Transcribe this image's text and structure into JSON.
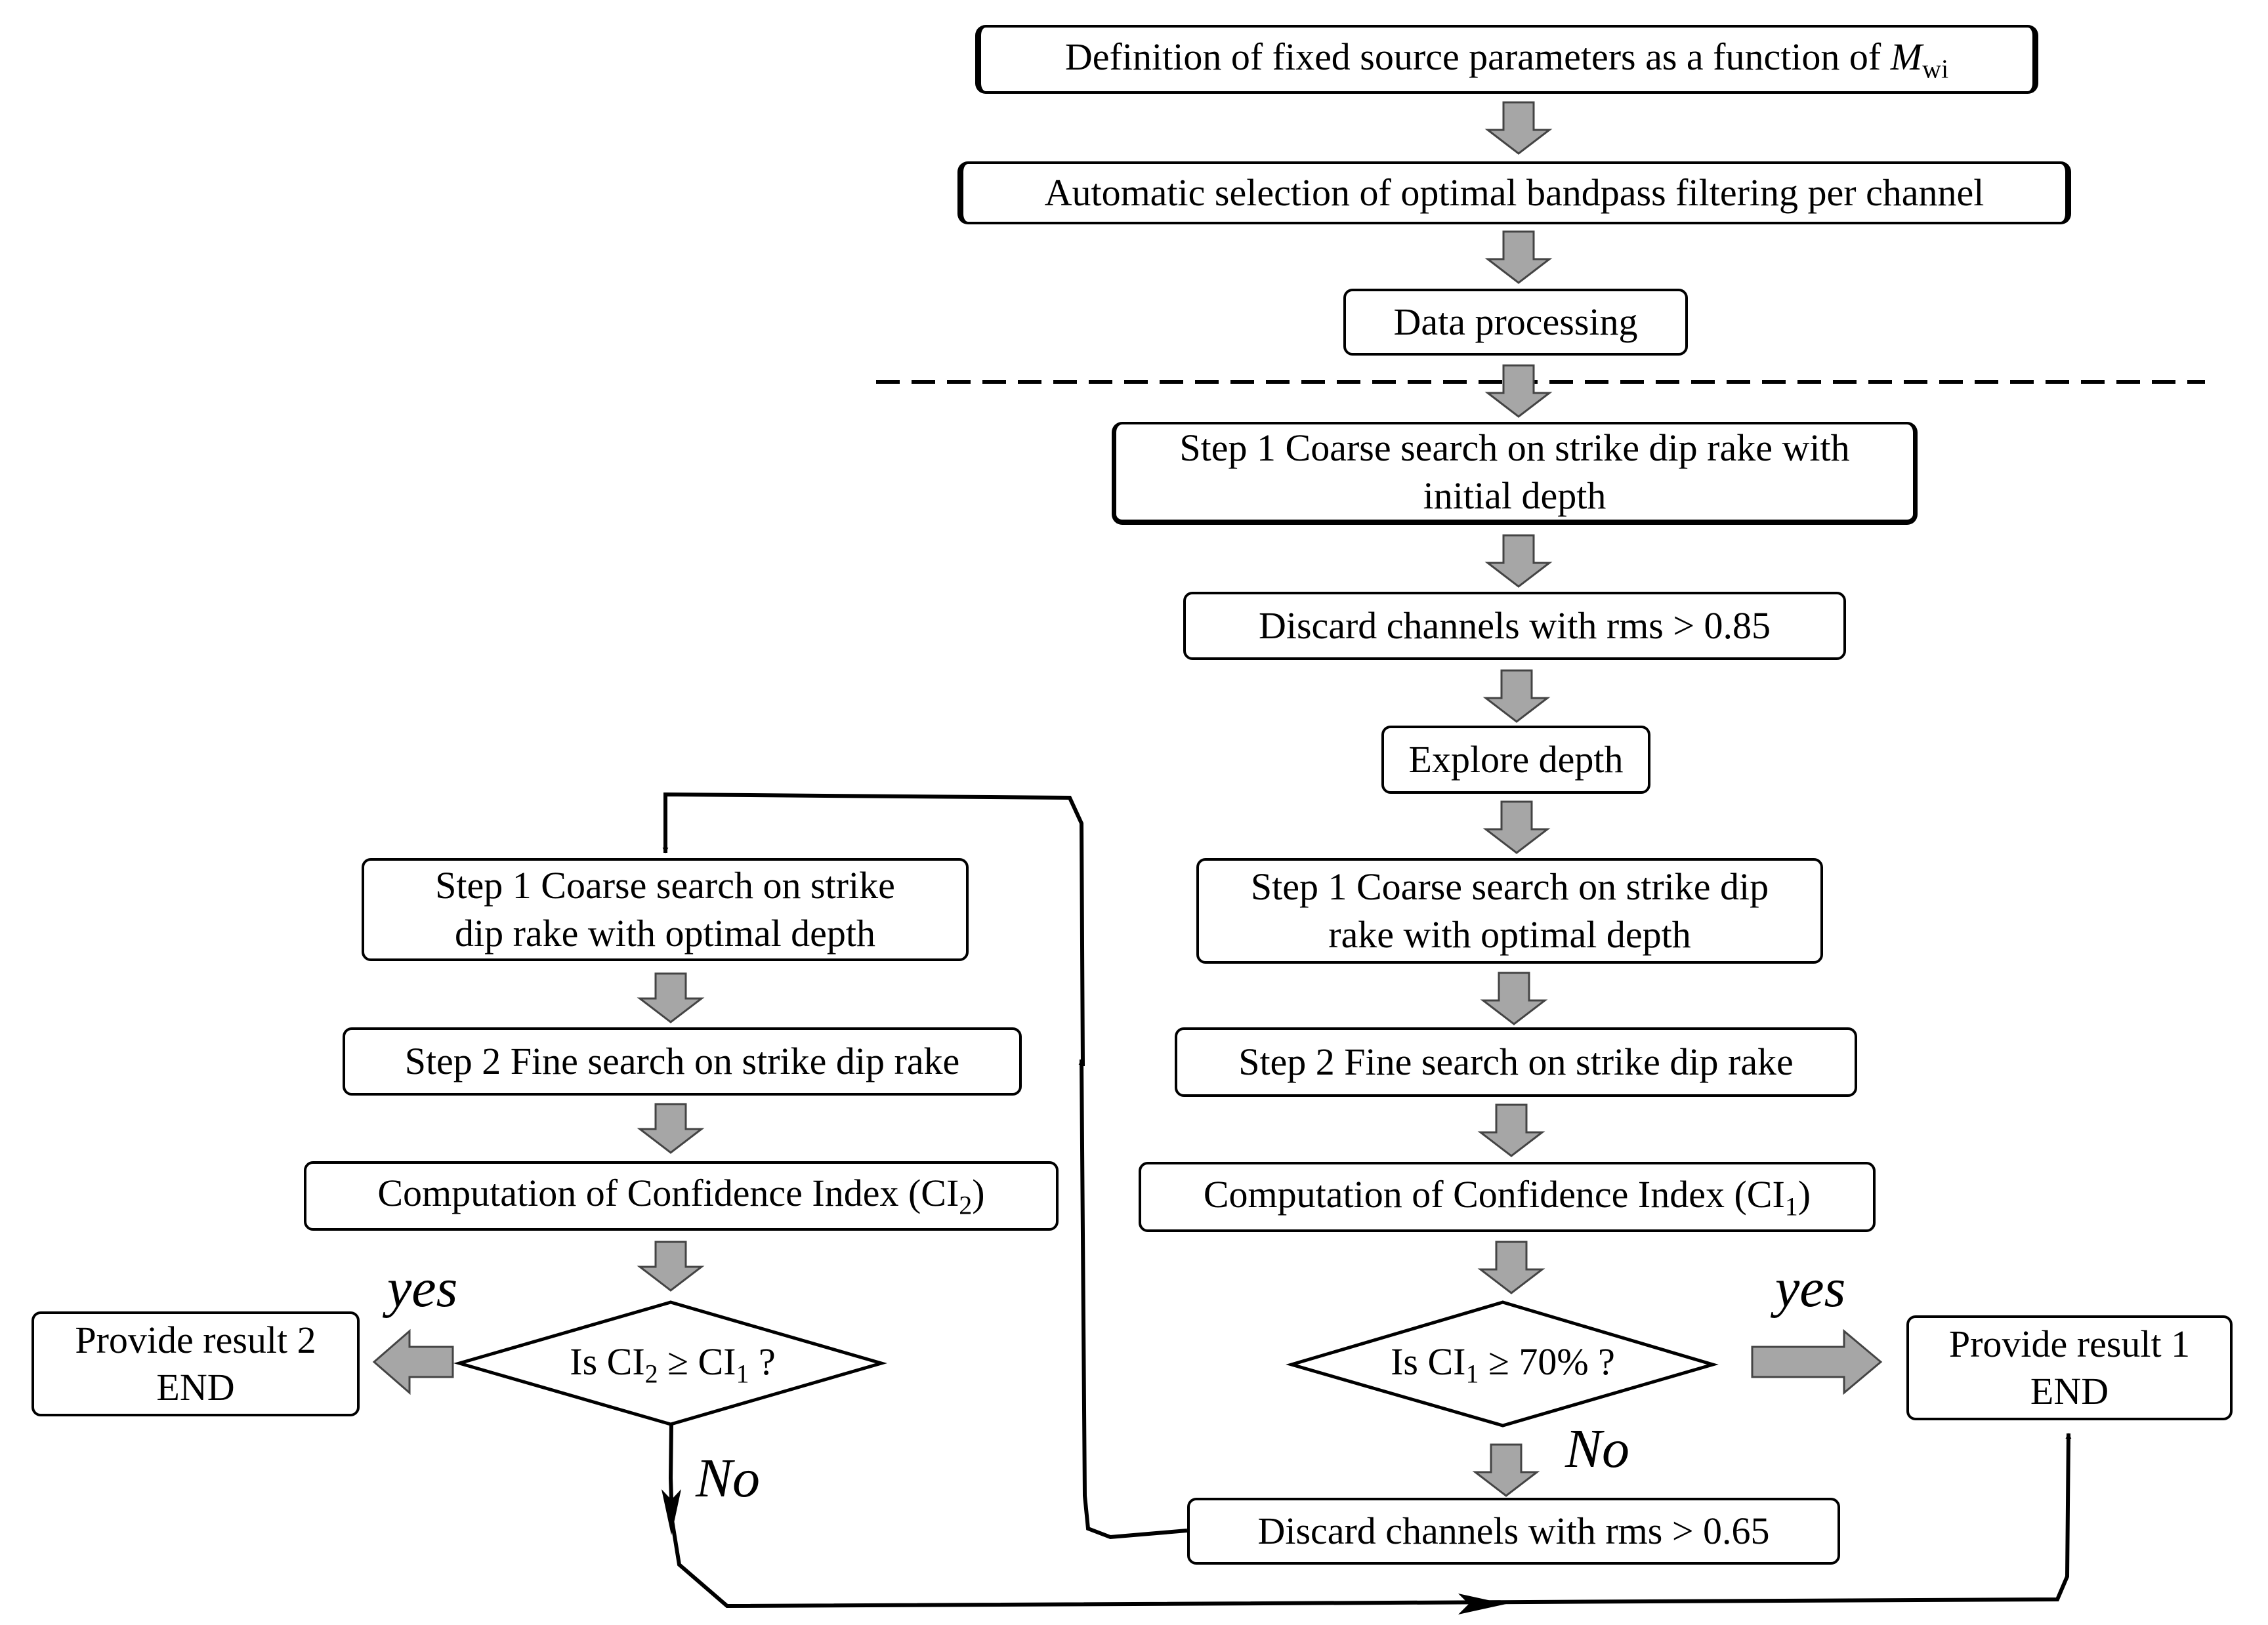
{
  "boxes": {
    "define": {
      "text": "Definition of fixed source parameters as a function of ",
      "math": "M",
      "sub": "wi"
    },
    "auto_select": "Automatic selection of optimal bandpass filtering per channel",
    "data_processing": "Data processing",
    "step1_initial": {
      "line1": "Step 1 Coarse search on strike dip rake with",
      "line2": "initial depth"
    },
    "discard_085": "Discard channels with rms > 0.85",
    "explore_depth": "Explore depth",
    "step1_optimal_right": {
      "line1": "Step 1 Coarse search on strike dip",
      "line2": "rake with optimal depth"
    },
    "step2_right": "Step 2 Fine search on strike dip rake",
    "ci1": {
      "pre": "Computation of Confidence Index (CI",
      "sub": "1",
      "post": ")"
    },
    "decision_right": {
      "pre": "Is CI",
      "sub": "1",
      "post": " ≥ 70% ?"
    },
    "result1": {
      "line1": "Provide result 1",
      "line2": "END"
    },
    "discard_065": "Discard channels with rms > 0.65",
    "step1_optimal_left": {
      "line1": "Step 1 Coarse search on strike",
      "line2": "dip rake with optimal depth"
    },
    "step2_left": "Step 2 Fine search on strike dip rake",
    "ci2": {
      "pre": "Computation of Confidence Index (CI",
      "sub": "2",
      "post": ")"
    },
    "decision_left": {
      "pre": "Is CI",
      "sub1": "2",
      "mid": " ≥ CI",
      "sub2": "1",
      "post": " ?"
    },
    "result2": {
      "line1": "Provide result 2",
      "line2": "END"
    }
  },
  "labels": {
    "yes_left": "yes",
    "yes_right": "yes",
    "no_left": "No",
    "no_right": "No"
  },
  "colors": {
    "arrow_fill": "#a6a6a6",
    "stroke": "#000000"
  }
}
